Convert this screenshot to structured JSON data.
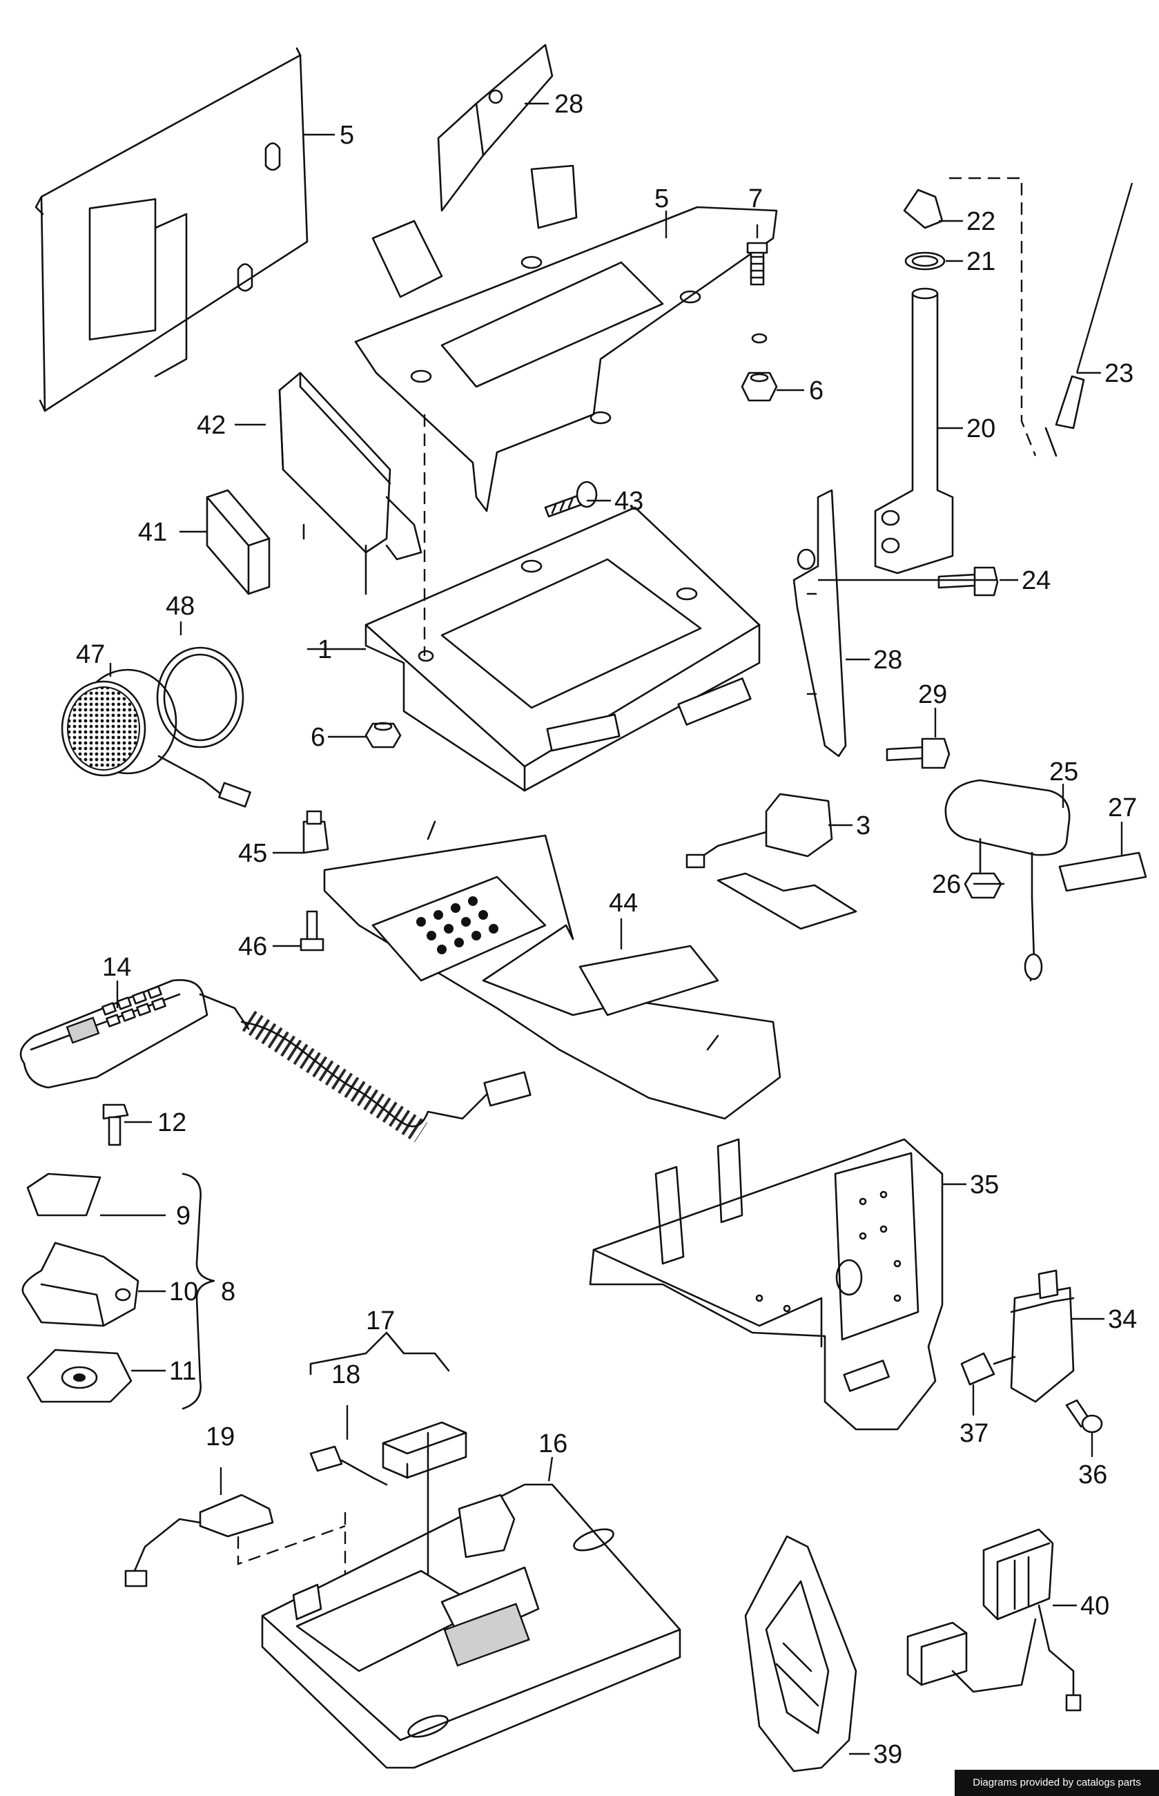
{
  "labels": {
    "p1": "1",
    "p3": "3",
    "p5a": "5",
    "p5b": "5",
    "p6a": "6",
    "p6b": "6",
    "p7": "7",
    "p8": "8",
    "p9": "9",
    "p10": "10",
    "p11": "11",
    "p12": "12",
    "p14": "14",
    "p16": "16",
    "p17": "17",
    "p18": "18",
    "p19": "19",
    "p20": "20",
    "p21": "21",
    "p22": "22",
    "p23": "23",
    "p24": "24",
    "p25": "25",
    "p26": "26",
    "p27": "27",
    "p28a": "28",
    "p28b": "28",
    "p29": "29",
    "p34": "34",
    "p35": "35",
    "p36": "36",
    "p37": "37",
    "p39": "39",
    "p40": "40",
    "p41": "41",
    "p42": "42",
    "p43": "43",
    "p44": "44",
    "p45": "45",
    "p46": "46",
    "p47": "47",
    "p48": "48"
  },
  "footer": {
    "credit": "Diagrams provided by catalogs parts"
  }
}
